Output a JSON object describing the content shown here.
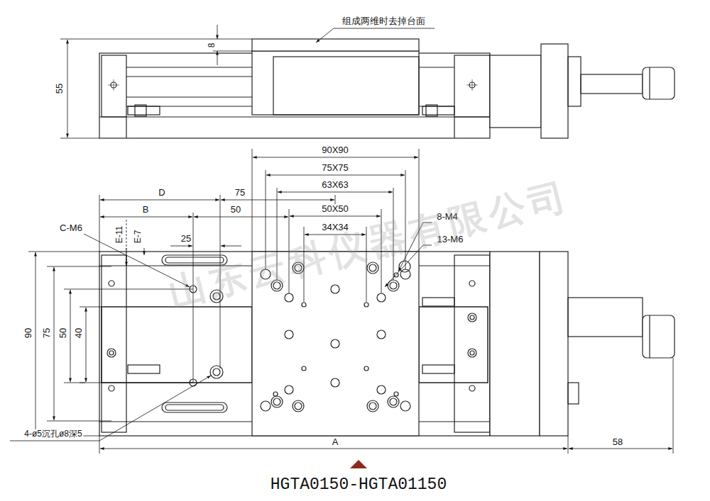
{
  "diagram": {
    "caption": "HGTA0150-HGTA01150",
    "labels": [
      "组成两维时去掉台面",
      "8",
      "55",
      "90X90",
      "75X75",
      "63X63",
      "D",
      "75",
      "B",
      "50",
      "50X50",
      "34X34",
      "C-M6",
      "E-11",
      "E-7",
      "25",
      "8-M4",
      "13-M6",
      "90",
      "75",
      "50",
      "40",
      "4-ø5沉孔ø8深5",
      "A",
      "58",
      "山东云科仪器有限公司"
    ]
  }
}
